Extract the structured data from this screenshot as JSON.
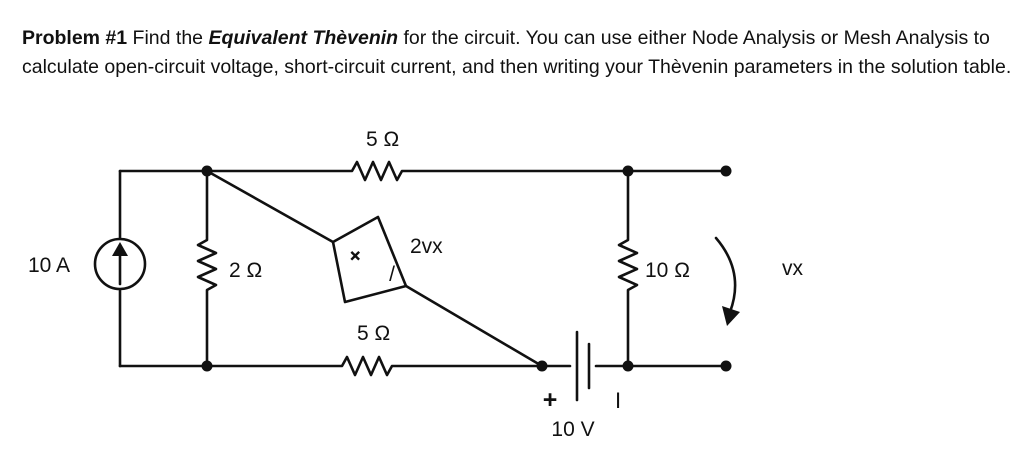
{
  "problem": {
    "label": "Problem #1",
    "text_a": " Find the ",
    "emphasis": "Equivalent Thèvenin",
    "text_b": " for the circuit. You can use either Node Analysis or Mesh Analysis to calculate open-circuit voltage, short-circuit current, and then writing your Thèvenin parameters in the solution table."
  },
  "circuit": {
    "current_source": "10 A",
    "resistor_2": "2 Ω",
    "resistor_5_top": "5 Ω",
    "resistor_5_bottom": "5 Ω",
    "resistor_10": "10 Ω",
    "dependent_source": "2vx",
    "battery_value": "10 V",
    "battery_plus": "+",
    "battery_minus": "I",
    "output_voltage": "vx",
    "dep_plus": "+",
    "dep_minus": "/"
  }
}
